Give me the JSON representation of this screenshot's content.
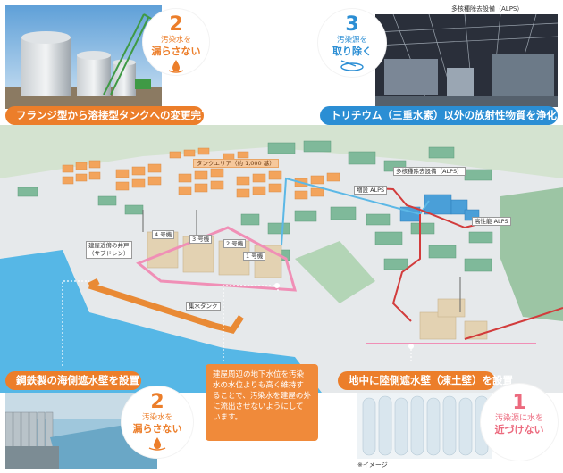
{
  "top_right_caption": "多核種除去設備（ALPS）",
  "badge_top_left": {
    "number": "2",
    "line1": "汚染水を",
    "line2": "漏らさない"
  },
  "badge_top_right": {
    "number": "3",
    "line1": "汚染源を",
    "line2": "取り除く"
  },
  "badge_bottom_left": {
    "number": "2",
    "line1": "汚染水を",
    "line2": "漏らさない"
  },
  "badge_bottom_right": {
    "number": "1",
    "line1": "汚染源に水を",
    "line2": "近づけない"
  },
  "banner_top_left": "フランジ型から溶接型タンクへの変更完了",
  "banner_top_right": "トリチウム（三重水素）以外の放射性物質を浄化",
  "banner_bottom_left": "鋼鉄製の海側遮水壁を設置",
  "banner_bottom_right": "地中に陸側遮水壁（凍土壁）を設置",
  "note_text": "建屋周辺の地下水位を汚染水の水位よりも高く維持することで、汚染水を建屋の外に流出させないようにしています。",
  "image_caption": "※イメージ",
  "map_labels": {
    "tank_area": "タンクエリア（約 1,000 基）",
    "alps": "多核種除去設備（ALPS）",
    "additional_alps": "増設 ALPS",
    "high_perf_alps": "高性能 ALPS",
    "unit4": "4 号機",
    "unit3": "3 号機",
    "unit2": "2 号機",
    "unit1": "1 号機",
    "subdrain_line1": "建屋近傍の井戸",
    "subdrain_line2": "（サブドレン）",
    "water_tank": "集水タンク"
  },
  "colors": {
    "orange": "#ec7e2a",
    "blue": "#2b8ed4",
    "pink": "#ec6a7e",
    "sea": "#56b7e6",
    "tank_orange": "#f3a45c",
    "green_building": "#7fb99a"
  }
}
